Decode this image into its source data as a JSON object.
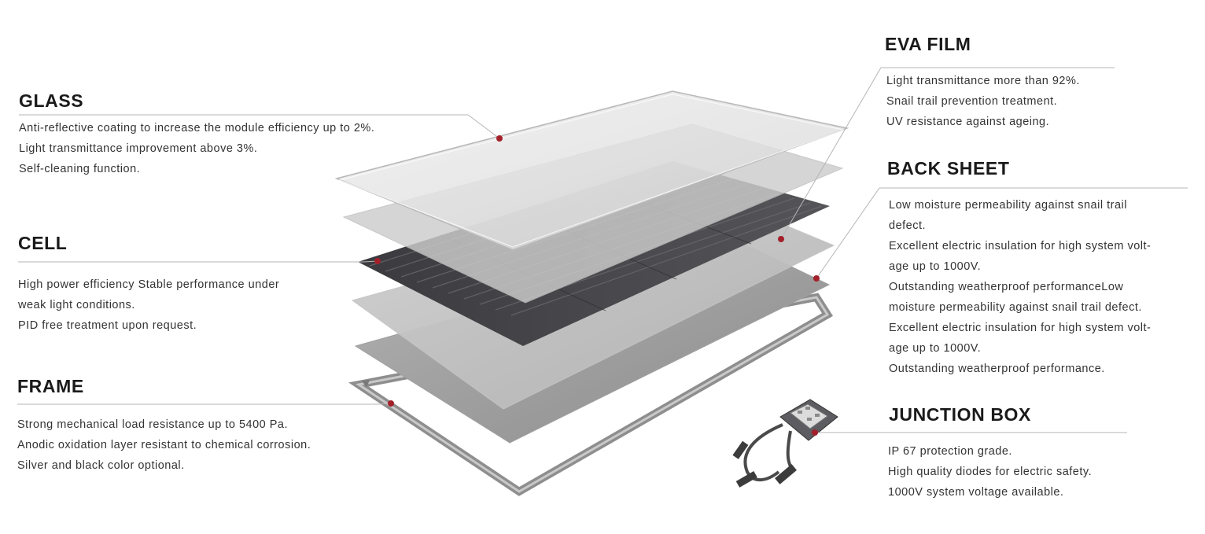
{
  "colors": {
    "accent_dot": "#a3202a",
    "leader_line": "#b5b5b5",
    "title_text": "#1a1a1a",
    "body_text": "#333333"
  },
  "callouts": {
    "glass": {
      "title": "GLASS",
      "lines": [
        "Anti-reflective coating to increase the module efficiency up to 2%.",
        "Light transmittance improvement above 3%.",
        "Self-cleaning function."
      ]
    },
    "cell": {
      "title": "CELL",
      "lines": [
        "High power efficiency Stable performance under",
        "weak light conditions.",
        "PID free treatment upon request."
      ]
    },
    "frame": {
      "title": "FRAME",
      "lines": [
        "Strong mechanical load resistance up to 5400 Pa.",
        "Anodic oxidation layer resistant to chemical corrosion.",
        "Silver and black color optional."
      ]
    },
    "eva_film": {
      "title": "EVA FILM",
      "lines": [
        "Light transmittance more than 92%.",
        "Snail trail prevention treatment.",
        "UV resistance against ageing."
      ]
    },
    "back_sheet": {
      "title": "BACK SHEET",
      "lines": [
        "Low moisture permeability against snail trail",
        "defect.",
        "Excellent electric insulation for high system volt-",
        "age up to 1000V.",
        "Outstanding weatherproof performanceLow",
        "moisture permeability against snail trail defect.",
        "Excellent electric insulation for high system volt-",
        "age up to 1000V.",
        "Outstanding weatherproof performance."
      ]
    },
    "junction_box": {
      "title": "JUNCTION BOX",
      "lines": [
        "IP 67 protection grade.",
        "High quality diodes for electric safety.",
        "1000V system voltage available."
      ]
    }
  }
}
